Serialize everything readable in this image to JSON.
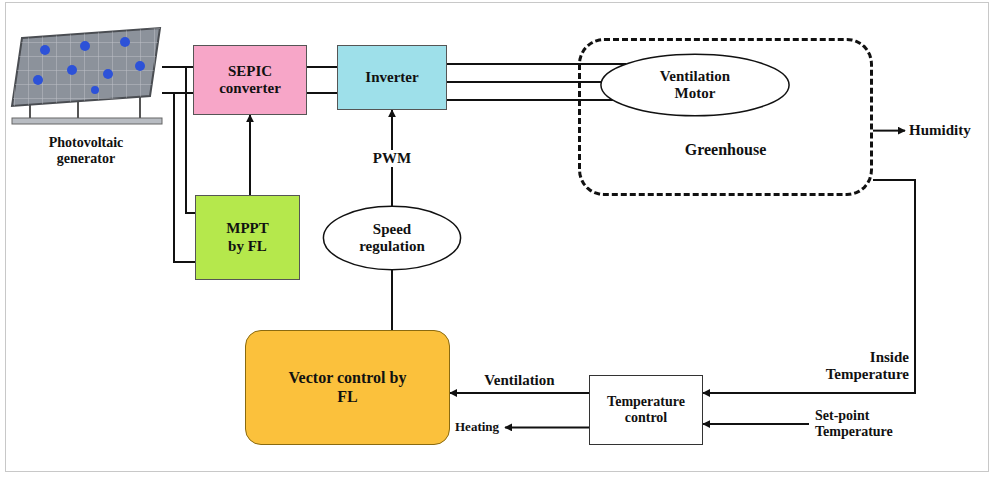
{
  "diagram": {
    "nodes": [
      {
        "text": [
          "Photovoltaic generator"
        ]
      },
      {
        "text": [
          "SEPIC converter"
        ]
      },
      {
        "text": [
          "Inverter"
        ]
      },
      {
        "text": [
          "Greenhouse"
        ]
      },
      {
        "text": [
          "Ventilation Motor"
        ],
        "in": 3
      },
      {
        "text": [
          "MPPT by FL"
        ]
      },
      {
        "text": [
          "Speed regulation"
        ]
      },
      {
        "text": [
          "Vector control by FL"
        ]
      },
      {
        "text": [
          "Temperature control"
        ]
      }
    ],
    "edges": [
      {
        "from": 0,
        "to": 1,
        "arrow": "none"
      },
      {
        "from": 0,
        "to": 5,
        "arrow": "none"
      },
      {
        "from": 1,
        "to": 2,
        "arrow": "none"
      },
      {
        "from": 2,
        "to": 4,
        "arrow": "none"
      },
      {
        "from": 5,
        "to": 1,
        "arrow": "to"
      },
      {
        "from": 6,
        "to": 2,
        "arrow": "to",
        "label": "PWM"
      },
      {
        "from": 7,
        "to": 6,
        "arrow": "none"
      },
      {
        "from": 3,
        "to": 8,
        "arrow": "to",
        "label": "Inside Temperature"
      },
      {
        "from": 8,
        "to": 7,
        "arrow": "to",
        "label": "Ventilation"
      }
    ],
    "labels": [
      "Humidity",
      "Set-point Temperature",
      "Heating"
    ]
  }
}
